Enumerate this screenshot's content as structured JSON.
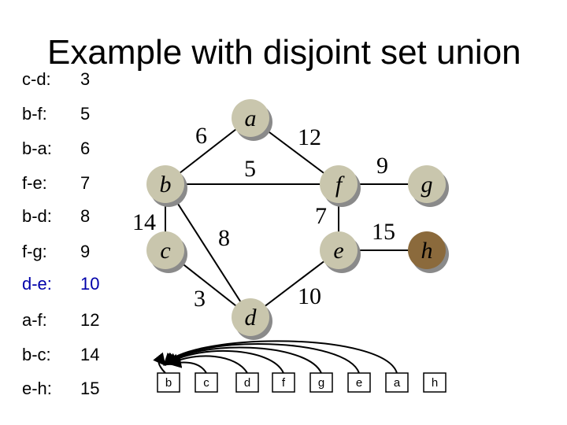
{
  "title": "Example with disjoint set union",
  "edge_list": [
    {
      "edge": "c-d:",
      "weight": "3",
      "highlight": false
    },
    {
      "edge": "b-f:",
      "weight": "5",
      "highlight": false
    },
    {
      "edge": "b-a:",
      "weight": "6",
      "highlight": false
    },
    {
      "edge": "f-e:",
      "weight": "7",
      "highlight": false
    },
    {
      "edge": "b-d:",
      "weight": "8",
      "highlight": false
    },
    {
      "edge": "f-g:",
      "weight": "9",
      "highlight": false
    },
    {
      "edge": "d-e:",
      "weight": "10",
      "highlight": true
    },
    {
      "edge": "a-f:",
      "weight": "12",
      "highlight": false
    },
    {
      "edge": "b-c:",
      "weight": "14",
      "highlight": false
    },
    {
      "edge": "e-h:",
      "weight": "15",
      "highlight": false
    }
  ],
  "graph": {
    "nodes": [
      "a",
      "b",
      "f",
      "g",
      "c",
      "e",
      "h",
      "d"
    ],
    "edge_weights": {
      "a_b": "6",
      "a_f": "12",
      "b_f": "5",
      "f_g": "9",
      "b_c": "14",
      "f_e": "7",
      "b_d": "8",
      "e_h": "15",
      "c_d": "3",
      "d_e": "10"
    }
  },
  "dsu_boxes": [
    "b",
    "c",
    "d",
    "f",
    "g",
    "e",
    "a",
    "h"
  ],
  "colors": {
    "node_fill": "#c9c6ad",
    "node_shadow": "#8a8a8a",
    "node_h_fill": "#8b6a3c",
    "highlight_text": "#0000aa"
  }
}
